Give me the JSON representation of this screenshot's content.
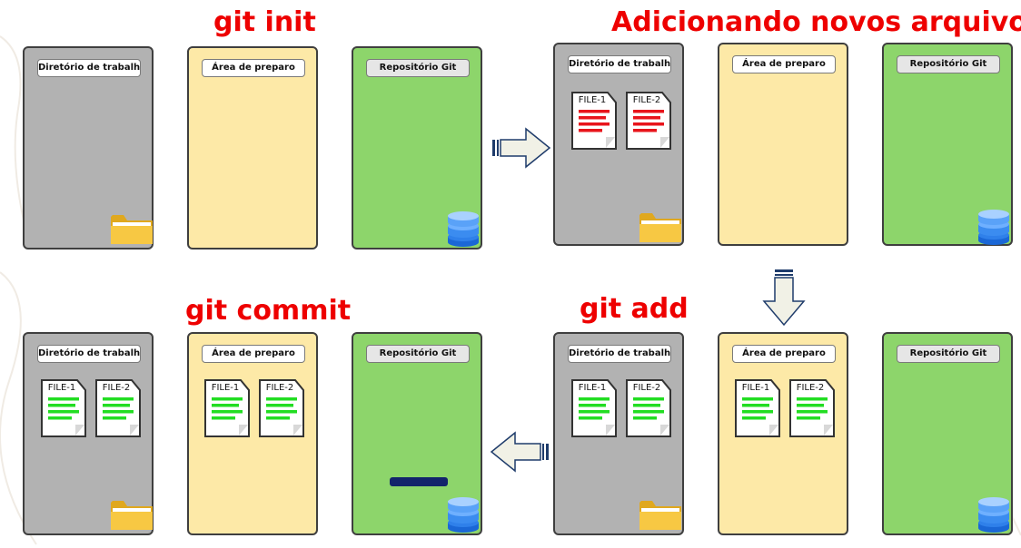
{
  "titles": {
    "init": "git init",
    "adding": "Adicionando novos arquivos",
    "add": "git add",
    "commit": "git commit"
  },
  "labels": {
    "working_directory": "Diretório de trabalho",
    "staging_area": "Área de preparo",
    "repository": "Repositório Git"
  },
  "files": {
    "file1": "FILE-1",
    "file2": "FILE-2"
  },
  "colors": {
    "title": "#ee0000",
    "working_directory": "#b2b2b2",
    "staging_area": "#fde9a7",
    "repository": "#8dd56b",
    "untracked_lines": "#e8141b",
    "tracked_lines": "#22dd22",
    "commit_bar": "#13246b",
    "arrow_fill": "#f1f1e6",
    "arrow_stroke": "#1f3c6b"
  },
  "icons": [
    "folder-icon",
    "database-icon",
    "document-icon",
    "arrow-right-icon",
    "arrow-down-icon",
    "arrow-left-icon"
  ]
}
